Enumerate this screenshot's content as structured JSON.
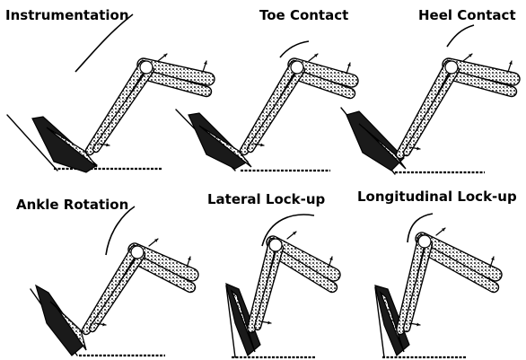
{
  "panels": [
    {
      "id": "instrumentation",
      "label": "Instrumentation"
    },
    {
      "id": "toe-contact",
      "label": "Toe Contact"
    },
    {
      "id": "heel-contact",
      "label": "Heel Contact"
    },
    {
      "id": "ankle-rotation",
      "label": "Ankle Rotation"
    },
    {
      "id": "lateral-lock-up",
      "label": "Lateral Lock-up"
    },
    {
      "id": "longitudinal-lock-up",
      "label": "Longitudinal Lock-up"
    }
  ],
  "colors": {
    "ink": "#000000",
    "stipple": "#6e6e6e",
    "background": "#ffffff"
  }
}
